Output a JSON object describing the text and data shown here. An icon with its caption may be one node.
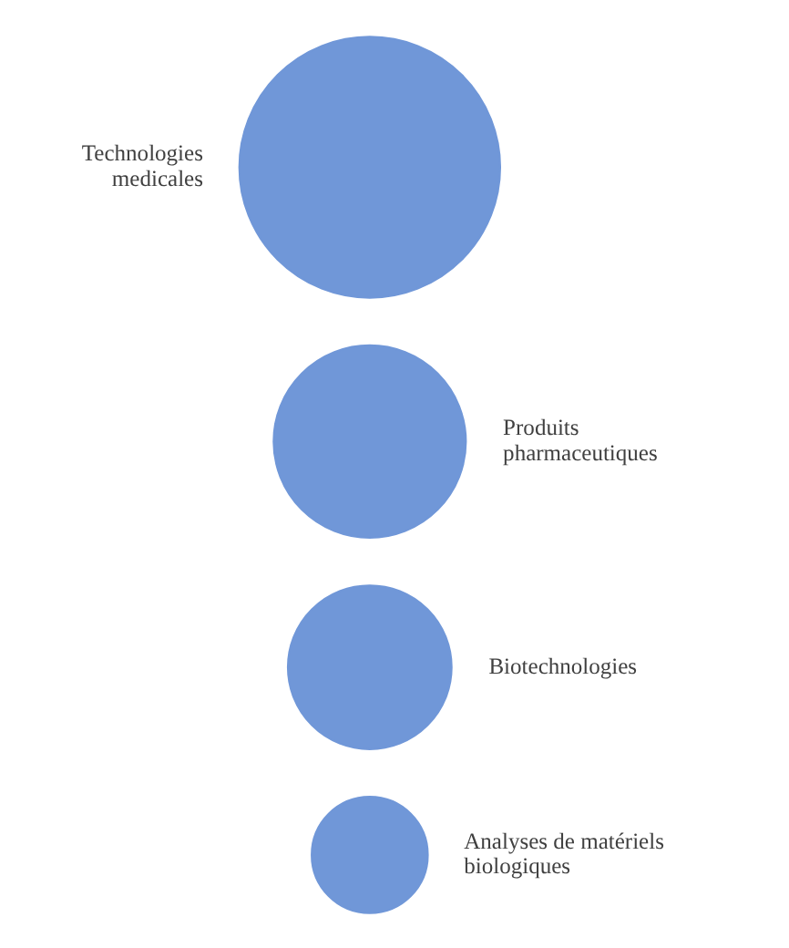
{
  "diagram": {
    "nodes": [
      {
        "text": [],
        "shape": "circle",
        "beside": [
          "Technologies medicales"
        ]
      },
      {
        "text": [],
        "shape": "circle",
        "beside": [
          "Produits pharmaceutiques"
        ]
      },
      {
        "text": [],
        "shape": "circle",
        "beside": [
          "Biotechnologies"
        ]
      },
      {
        "text": [],
        "shape": "circle",
        "beside": [
          "Analyses de matériels biologiques"
        ]
      }
    ]
  }
}
